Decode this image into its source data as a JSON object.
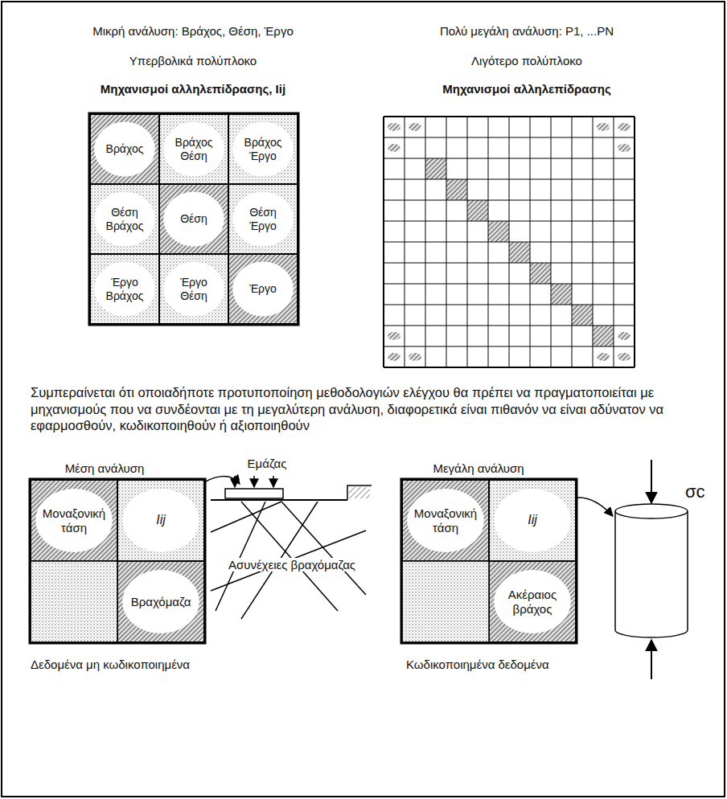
{
  "diagram": {
    "nodes": [
      {
        "text": [
          "Βράχος"
        ]
      },
      {
        "text": [
          "Βράχος Θέση"
        ]
      },
      {
        "text": [
          "Βράχος Έργο"
        ]
      },
      {
        "text": [
          "Θέση Βράχος"
        ]
      },
      {
        "text": [
          "Θέση"
        ]
      },
      {
        "text": [
          "Θέση Έργο"
        ]
      },
      {
        "text": [
          "Έργο Βράχος"
        ]
      },
      {
        "text": [
          "Έργο Θέση"
        ]
      },
      {
        "text": [
          "Έργο"
        ]
      },
      {
        "text": [
          "Μοναξονική τάση"
        ]
      },
      {
        "text": [
          "Iij"
        ]
      },
      {
        "text": [
          "Βραχόμαζα"
        ]
      },
      {
        "text": [
          "Μοναξονική τάση"
        ]
      },
      {
        "text": [
          "Iij"
        ]
      },
      {
        "text": [
          "Ακέραιος βράχος"
        ]
      }
    ],
    "labels": [
      "Μικρή ανάλυση: Βράχος, Θέση, Έργο",
      "Υπερβολικά πολύπλοκο",
      "Μηχανισμοί αλληλεπίδρασης, Iij",
      "Πολύ μεγάλη ανάλυση: P1, ...PN",
      "Λιγότερο πολύπλοκο",
      "Μηχανισμοί αλληλεπίδρασης",
      "Συμπεραίνεται ότι οποιαδήποτε προτυποποίηση μεθοδολογιών ελέγχου θα πρέπει να πραγματοποιείται με μηχανισμούς που να συνδέονται με τη μεγαλύτερη ανάλυση, διαφορετικά είναι πιθανόν να είναι αδύνατον να εφαρμοσθούν, κωδικοποιηθούν ή αξιοποιηθούν",
      "Μέση ανάλυση",
      "Δεδομένα μη κωδικοποιημένα",
      "Εμάζας",
      "Ασυνέχειες βραχόμαζας",
      "Μεγάλη ανάλυση",
      "Κωδικοποιημένα δεδομένα",
      "σc"
    ]
  }
}
